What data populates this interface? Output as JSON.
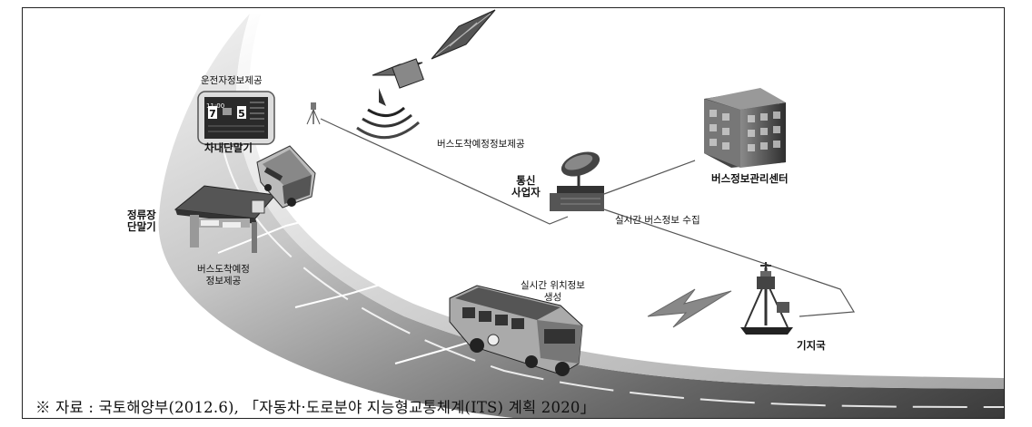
{
  "labels": {
    "driver_info": "운전자정보제공",
    "onboard_terminal": "차내단말기",
    "stop_terminal_line1": "정류장",
    "stop_terminal_line2": "단말기",
    "arrival_info_line1": "버스도착예정",
    "arrival_info_line2": "정보제공",
    "arrival_info_top": "버스도착예정정보제공",
    "telecom_line1": "통신",
    "telecom_line2": "사업자",
    "realtime_collect": "실시간 버스정보 수집",
    "bus_center": "버스정보관리센터",
    "position_line1": "실시간 위치정보",
    "position_line2": "생성",
    "base_station": "기지국"
  },
  "terminal_screen": {
    "clock": "11:00",
    "digit_left": "7",
    "digit_right": "5"
  },
  "caption": "※ 자료 : 국토해양부(2012.6), 「자동차·도로분야 지능형교통체계(ITS) 계획 2020」"
}
